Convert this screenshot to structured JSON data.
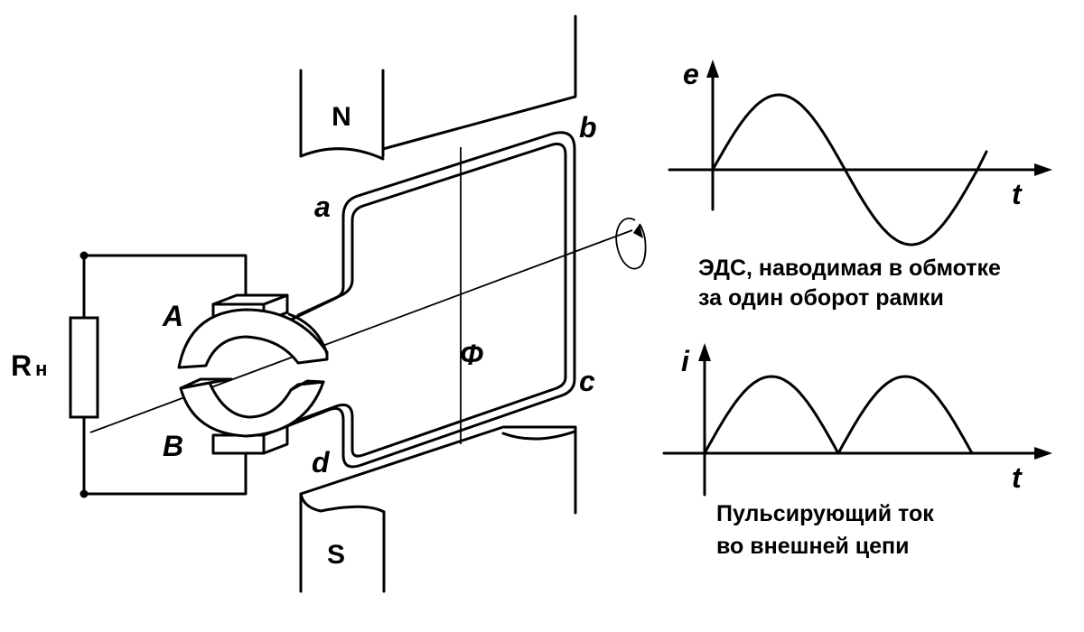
{
  "pole_north": "N",
  "pole_south": "S",
  "load_resistor": {
    "main": "R",
    "sub": "н"
  },
  "frame_points": {
    "a": "a",
    "b": "b",
    "c": "c",
    "d": "d"
  },
  "slip_rings": {
    "top": "A",
    "bottom": "B"
  },
  "flux_label": "Φ",
  "emf_graph": {
    "y_label": "e",
    "x_label": "t",
    "caption_line1": "ЭДС, наводимая в обмотке",
    "caption_line2": "за один оборот рамки"
  },
  "current_graph": {
    "y_label": "i",
    "x_label": "t",
    "caption_line1": "Пульсирующий ток",
    "caption_line2": "во внешней цепи"
  }
}
